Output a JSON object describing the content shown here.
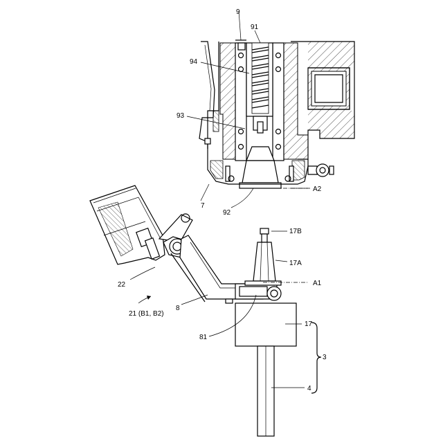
{
  "labels": {
    "l9": "9",
    "l91": "91",
    "l94": "94",
    "l93": "93",
    "l7": "7",
    "l92": "92",
    "lA2": "A2",
    "l17B": "17B",
    "l17A": "17A",
    "lA1": "A1",
    "l22": "22",
    "l21": "21 (B1, B2)",
    "l8": "8",
    "l81": "81",
    "l17": "17",
    "l3": "3",
    "l4": "4"
  }
}
